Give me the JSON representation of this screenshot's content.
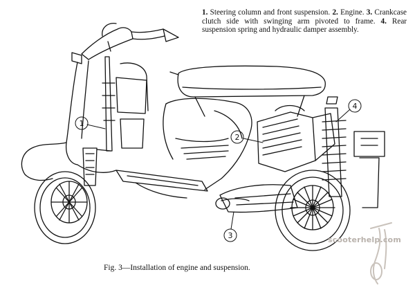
{
  "legend": {
    "items": [
      {
        "num": "1.",
        "text": "Steering column and front suspension."
      },
      {
        "num": "2.",
        "text": "Engine."
      },
      {
        "num": "3.",
        "text": "Crankcase clutch side with swinging arm pivoted to frame."
      },
      {
        "num": "4.",
        "text": "Rear suspension spring and hydraulic damper assembly."
      }
    ]
  },
  "callouts": [
    "1",
    "2",
    "3",
    "4"
  ],
  "caption": "Fig. 3—Installation of engine and suspension.",
  "watermark": "scooterhelp.com",
  "colors": {
    "ink": "#111111",
    "watermark": "#b9b2ac",
    "paper": "#ffffff"
  }
}
